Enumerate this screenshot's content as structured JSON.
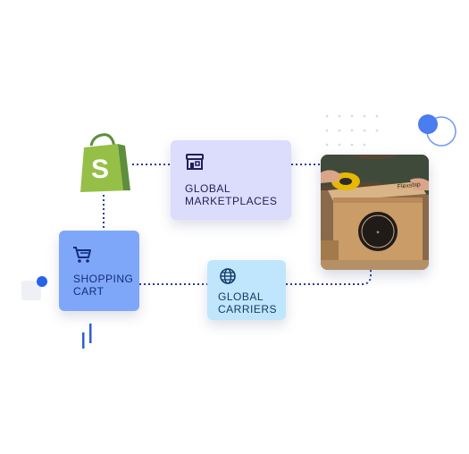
{
  "nodes": {
    "marketplaces": {
      "label": "GLOBAL\nMARKETPLACES",
      "icon": "storefront-icon"
    },
    "cart": {
      "label": "SHOPPING\nCART",
      "icon": "shopping-cart-icon"
    },
    "carriers": {
      "label": "GLOBAL\nCARRIERS",
      "icon": "globe-icon"
    }
  },
  "logos": {
    "shopify": "shopify-bag-logo"
  },
  "photo": {
    "subject": "person-taping-shipping-box-photo",
    "box_text": "Flexship"
  },
  "colors": {
    "marketplaces_card": "#dcdcfc",
    "cart_card": "#7ea7fa",
    "carriers_card": "#bfe6fd",
    "connector": "#2a3a9a",
    "accent_blue": "#2563eb",
    "shopify_green": "#95bf47"
  },
  "edges": [
    {
      "from": "shopify",
      "to": "marketplaces"
    },
    {
      "from": "marketplaces",
      "to": "photo"
    },
    {
      "from": "shopify",
      "to": "cart"
    },
    {
      "from": "cart",
      "to": "carriers"
    },
    {
      "from": "carriers",
      "to": "photo"
    }
  ]
}
